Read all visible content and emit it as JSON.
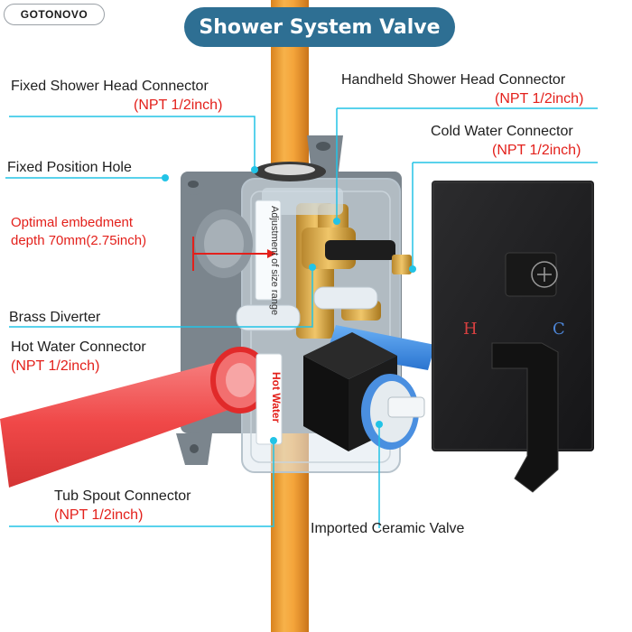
{
  "brand": {
    "logo_text": "GOTONOVO"
  },
  "title": "Shower System Valve",
  "callouts": {
    "fixed_head": {
      "label": "Fixed Shower Head Connector",
      "spec": "(NPT 1/2inch)"
    },
    "handheld_head": {
      "label": "Handheld Shower Head Connector",
      "spec": "(NPT 1/2inch)"
    },
    "cold_water": {
      "label": "Cold Water Connector",
      "spec": "(NPT 1/2inch)"
    },
    "fixed_hole": {
      "label": "Fixed Position Hole"
    },
    "embedment": {
      "line1": "Optimal embedment",
      "line2": "depth 70mm(2.75inch)"
    },
    "brass_diverter": {
      "label": "Brass Diverter"
    },
    "hot_water": {
      "label": "Hot Water Connector",
      "spec": "(NPT 1/2inch)"
    },
    "tub_spout": {
      "label": "Tub Spout Connector",
      "spec": "(NPT 1/2inch)"
    },
    "ceramic_valve": {
      "label": "Imported Ceramic Valve"
    }
  },
  "body_markings": {
    "adjust_text": "Adjustment of size range",
    "hot_water_text": "Hot Water"
  },
  "trim_markings": {
    "hot": "H",
    "cold": "C"
  },
  "colors": {
    "title_bg": "#2e6f93",
    "callout_line": "#22c3e6",
    "spec_red": "#e3201b",
    "pipe_orange": "#f0a030",
    "pipe_red": "#f05050",
    "pipe_blue": "#3a8ee6",
    "trim_black": "#202020"
  }
}
